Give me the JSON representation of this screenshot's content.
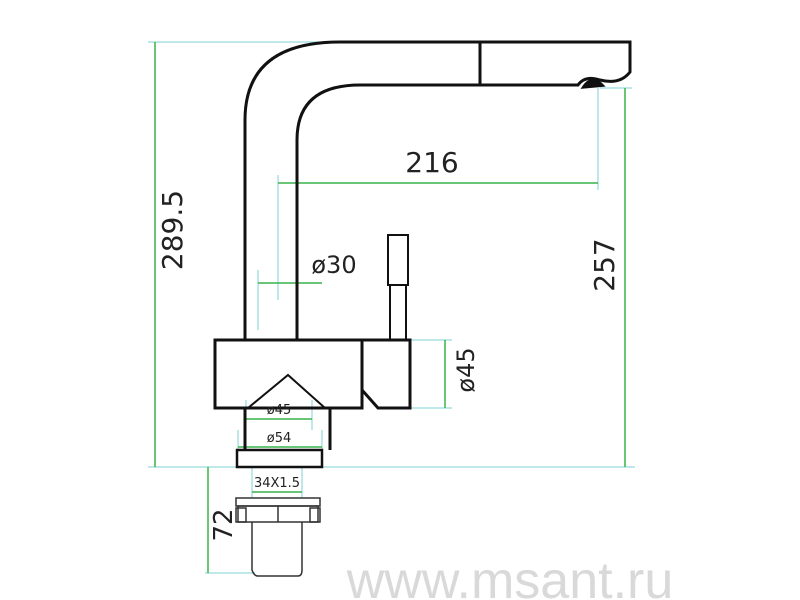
{
  "dimensions": {
    "total_height": "289.5",
    "spout_reach": "216",
    "spout_height": "257",
    "spout_diameter": "ø30",
    "body_diameter": "ø45",
    "neck_inner_diameter": "ø45",
    "flange_diameter": "ø54",
    "thread": "34X1.5",
    "shank_length": "72"
  },
  "watermark": "www.msant.ru",
  "colors": {
    "outline": "#111111",
    "dimension": "#38b449",
    "extension": "#7fd0d6"
  }
}
